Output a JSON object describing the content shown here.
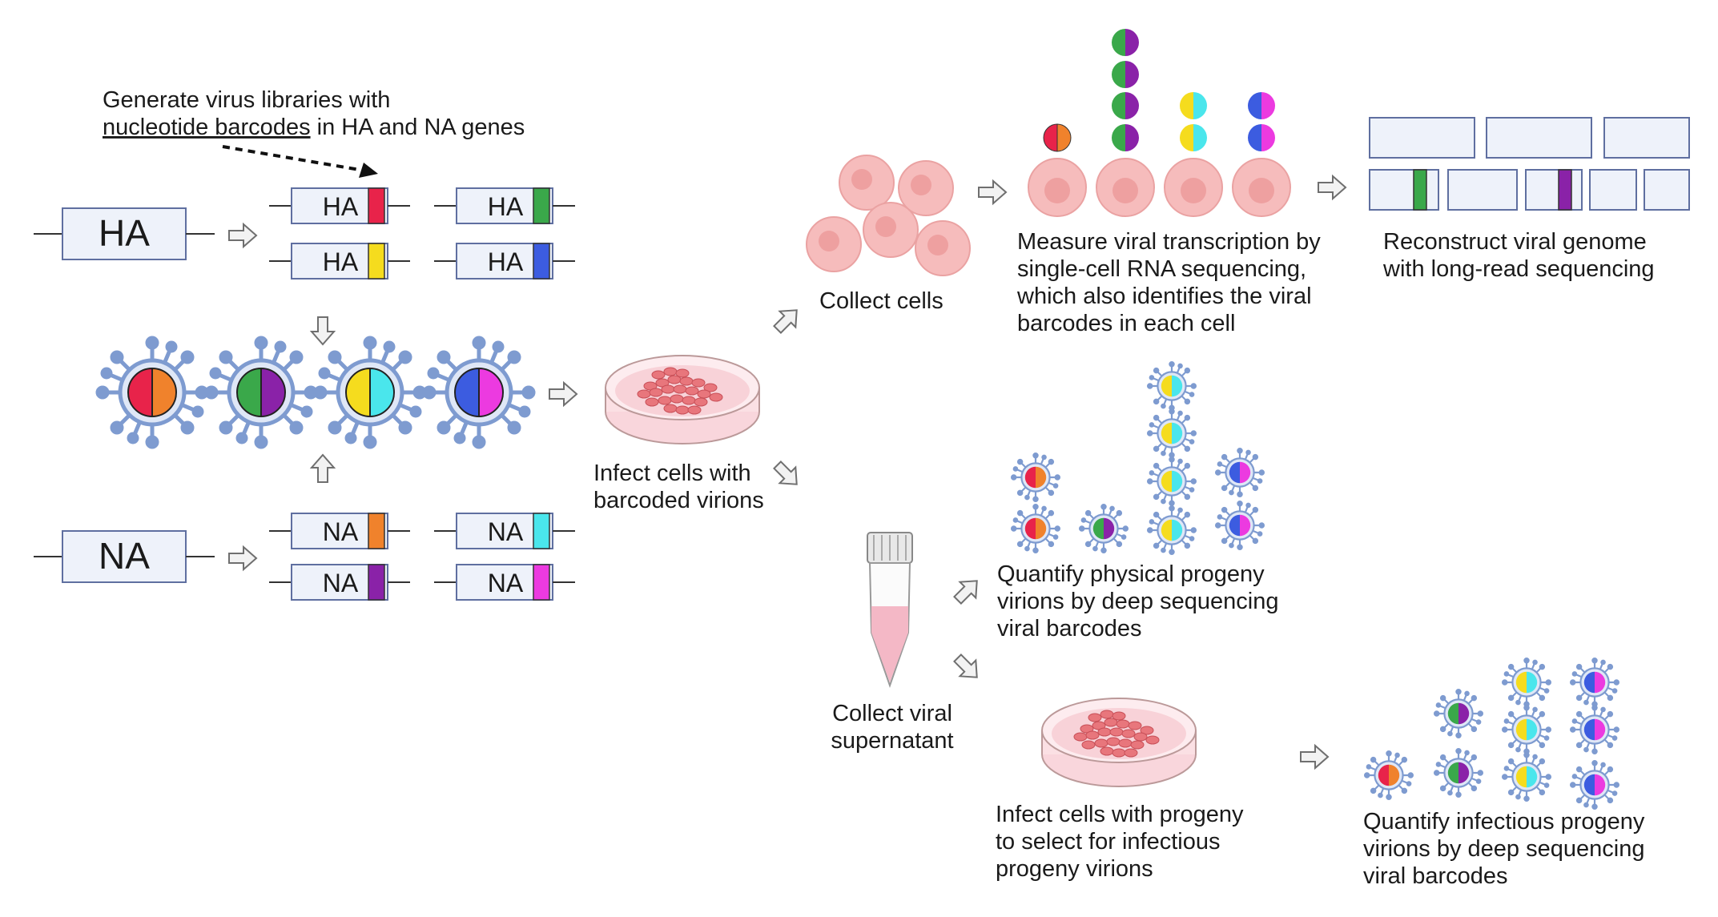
{
  "texts": {
    "generate": [
      "Generate virus libraries with",
      "nucleotide barcodes",
      " in HA and NA genes"
    ],
    "ha_big": "HA",
    "na_big": "NA",
    "ha_small": "HA",
    "na_small": "NA",
    "infect": [
      "Infect cells with",
      "barcoded virions"
    ],
    "collect_cells": "Collect cells",
    "measure": [
      "Measure viral transcription by",
      "single-cell RNA sequencing,",
      "which also identifies the viral",
      "barcodes in each cell"
    ],
    "reconstruct": [
      "Reconstruct viral genome",
      "with long-read sequencing"
    ],
    "collect_sup": [
      "Collect viral",
      "supernatant"
    ],
    "quant_phys": [
      "Quantify physical progeny",
      "virions by deep sequencing",
      "viral barcodes"
    ],
    "infect_prog": [
      "Infect cells with progeny",
      "to select for infectious",
      "progeny virions"
    ],
    "quant_inf": [
      "Quantify infectious progeny",
      "virions by deep sequencing",
      "viral barcodes"
    ]
  },
  "colors": {
    "red": "#e8234a",
    "orange": "#f0822c",
    "green": "#3aa84a",
    "purple": "#8a22a8",
    "yellow": "#f5dc1e",
    "cyan": "#4ae6ec",
    "blue": "#3c5ce0",
    "magenta": "#ec3ae0",
    "virion_blue": "#7e9bd0",
    "box_fill": "#eef2fa",
    "box_stroke": "#5f6fa0",
    "cell_fill": "#f5b8b8",
    "nucleus": "#ee9a9a"
  },
  "icons": [
    "virion-icon",
    "petri-dish-icon",
    "cell-icon",
    "tube-icon",
    "arrow-icon",
    "gene-box-icon"
  ]
}
